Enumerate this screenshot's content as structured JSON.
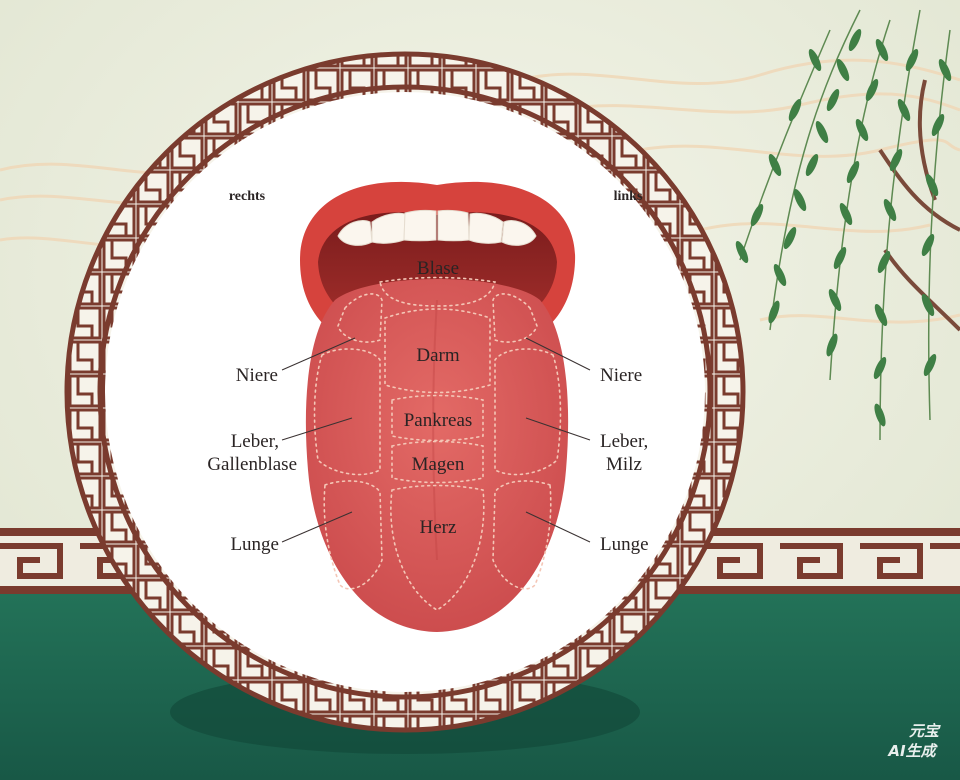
{
  "colors": {
    "sky": "#e9ecdc",
    "ground": "#1f6b55",
    "frame": "#7a3b2e",
    "tongue": "#d85a57",
    "lips": "#d6433d",
    "leaf": "#3f7f45",
    "disc": "#ffffff"
  },
  "orientation": {
    "right": "rechts",
    "left": "links"
  },
  "zones": {
    "bladder": "Blase",
    "intestine": "Darm",
    "pancreas": "Pankreas",
    "stomach": "Magen",
    "heart": "Herz"
  },
  "left_side": {
    "kidney": "Niere",
    "liver_line1": "Leber,",
    "liver_line2": "Gallenblase",
    "lung": "Lunge"
  },
  "right_side": {
    "kidney": "Niere",
    "liver_line1": "Leber,",
    "liver_line2": "Milz",
    "lung": "Lunge"
  },
  "watermark": {
    "line1": "元宝",
    "line2": "AI生成"
  }
}
